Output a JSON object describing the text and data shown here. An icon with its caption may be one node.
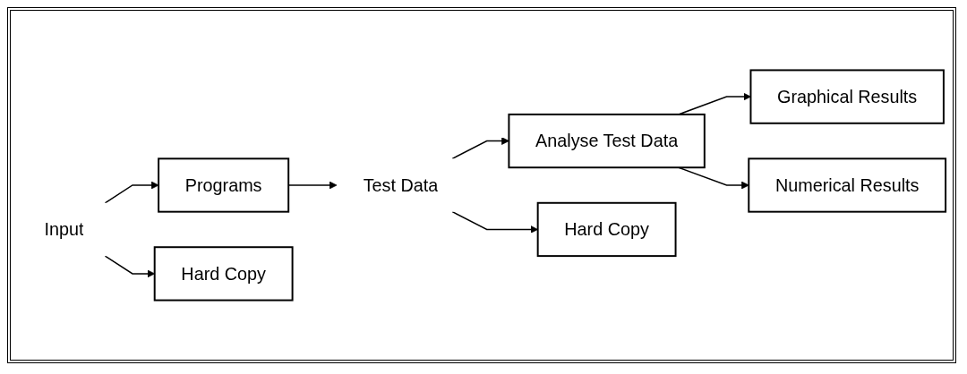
{
  "diagram": {
    "nodes": [
      {
        "text": [
          "Input"
        ]
      },
      {
        "text": [
          "Programs"
        ]
      },
      {
        "text": [
          "Test Data"
        ]
      },
      {
        "text": [
          "Analyse Test Data"
        ]
      },
      {
        "text": [
          "Hard Copy"
        ]
      },
      {
        "text": [
          "Hard Copy"
        ]
      },
      {
        "text": [
          "Graphical Results"
        ]
      },
      {
        "text": [
          "Numerical Results"
        ]
      }
    ],
    "edges": [
      {
        "from": 0,
        "to": 1,
        "arrow": "to"
      },
      {
        "from": 1,
        "to": 2,
        "arrow": "to"
      },
      {
        "from": 2,
        "to": 3,
        "arrow": "to"
      },
      {
        "from": 0,
        "to": 4,
        "arrow": "to"
      },
      {
        "from": 2,
        "to": 5,
        "arrow": "to"
      },
      {
        "from": 3,
        "to": 6,
        "arrow": "to"
      },
      {
        "from": 3,
        "to": 7,
        "arrow": "to"
      }
    ]
  }
}
